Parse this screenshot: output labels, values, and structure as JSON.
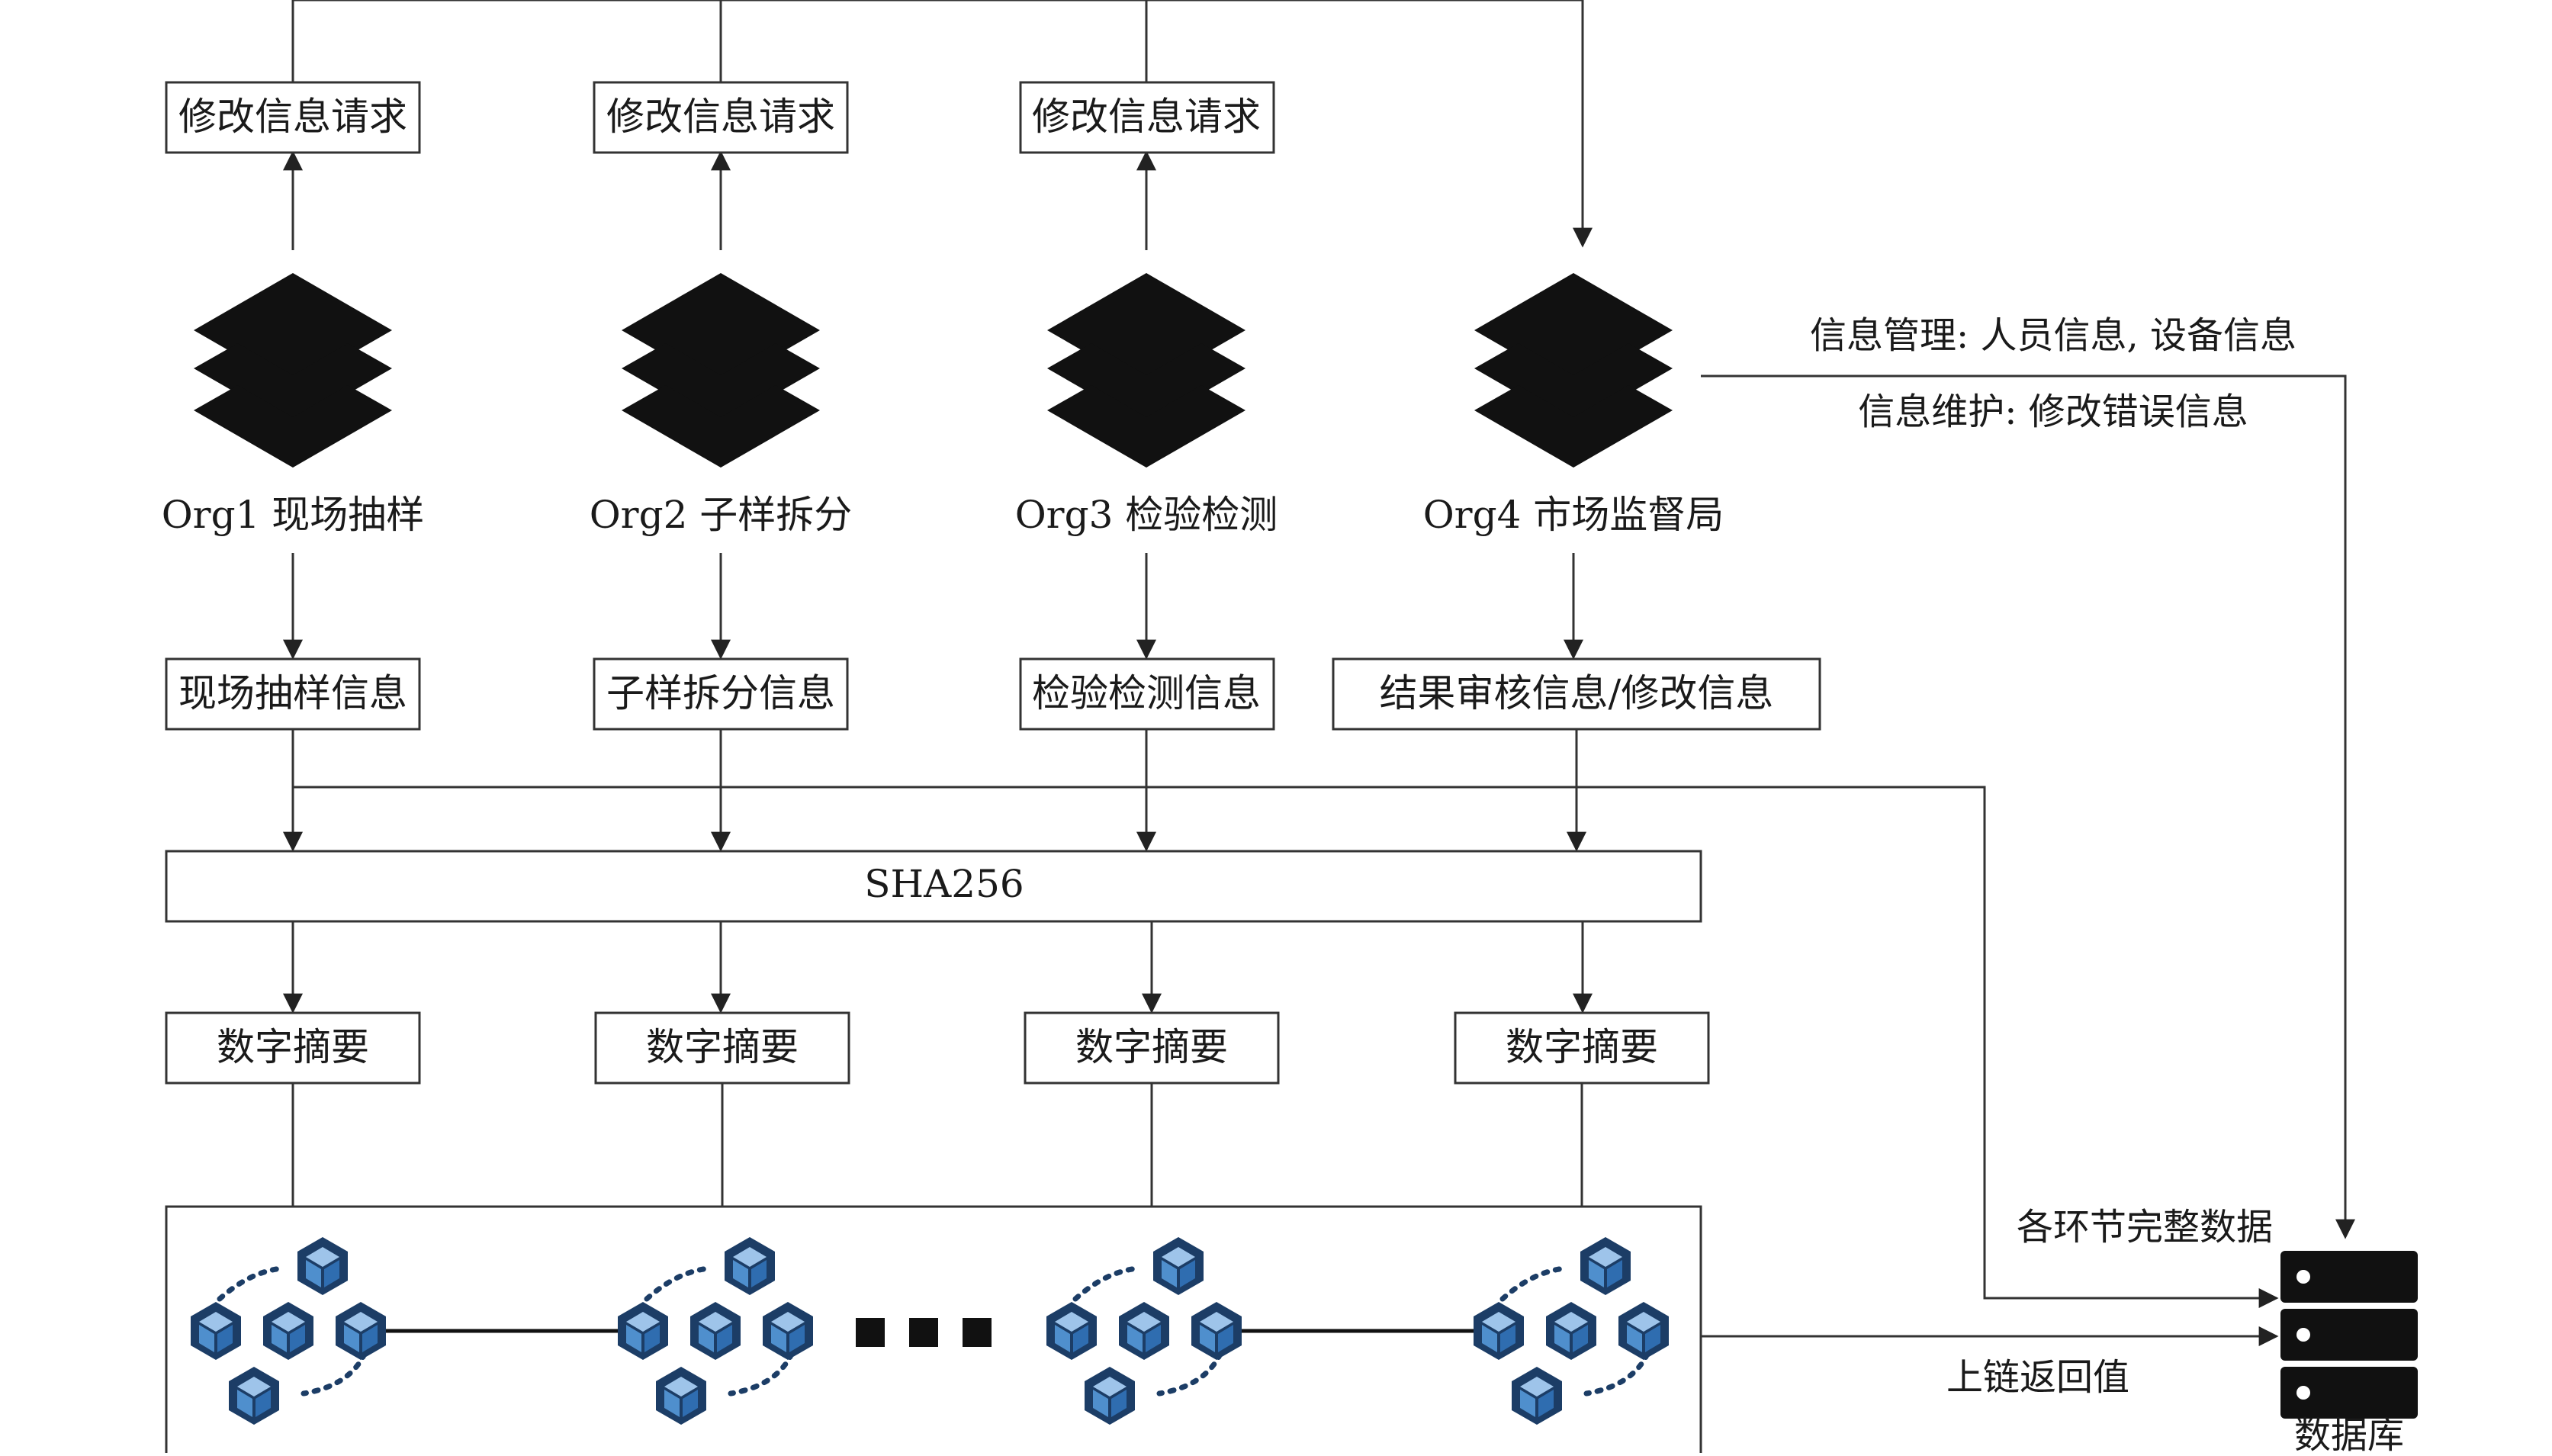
{
  "request_boxes": [
    "修改信息请求",
    "修改信息请求",
    "修改信息请求"
  ],
  "orgs": [
    "Org1 现场抽样",
    "Org2 子样拆分",
    "Org3 检验检测",
    "Org4 市场监督局"
  ],
  "info_boxes": [
    "现场抽样信息",
    "子样拆分信息",
    "检验检测信息",
    "结果审核信息/修改信息"
  ],
  "hash_label": "SHA256",
  "digest_boxes": [
    "数字摘要",
    "数字摘要",
    "数字摘要",
    "数字摘要"
  ],
  "org4_notes": {
    "line1": "信息管理: 人员信息, 设备信息",
    "line2": "信息维护: 修改错误信息"
  },
  "complete_data_label": "各环节完整数据",
  "return_label": "上链返回值",
  "database_label": "数据库",
  "ellipsis": "■ ■ ■",
  "icons": {
    "org": "layers-stack-icon",
    "block": "cube-icon",
    "database": "server-database-icon"
  },
  "colors": {
    "cube_light": "#4f8fcd",
    "cube_dark": "#1c3d66",
    "ink": "#111111"
  }
}
